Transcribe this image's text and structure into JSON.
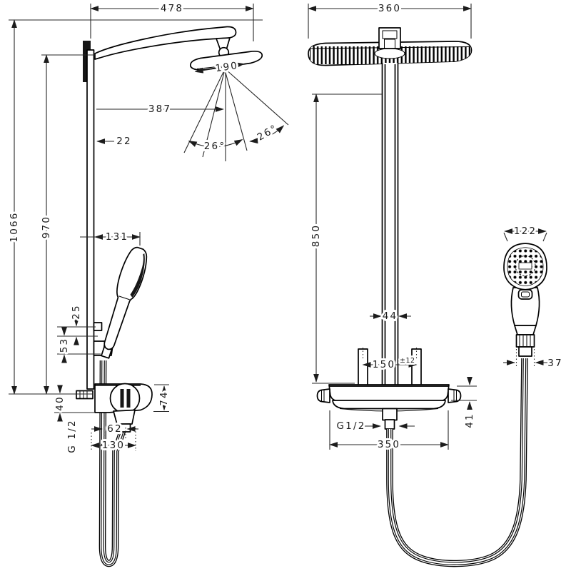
{
  "document": {
    "type": "technical-dimension-drawing",
    "subject": "shower pipe system, two orthographic views",
    "background": "#ffffff",
    "line_color": "#000000",
    "text_color": "#1c1c1c"
  },
  "views": {
    "front_left": {
      "title": "side-profile view",
      "dims": {
        "arm_length": "478",
        "overhead_width_side": "190",
        "spray_reach": "387",
        "bar_offset": "22",
        "spray_angle_inner": "26°",
        "spray_angle_outer": "26°",
        "overall_height": "1066",
        "bar_height": "970",
        "handshower_reach": "131",
        "holder_spacing_upper": "25",
        "holder_spacing_lower": "53",
        "valve_body_height": "74",
        "inlet_drop": "40",
        "inlet_thread": "G 1/2",
        "outlet_offset": "62",
        "valve_depth": "130"
      }
    },
    "front": {
      "title": "front view",
      "dims": {
        "overhead_width": "360",
        "bar_length": "850",
        "bar_width": "44",
        "supply_centers": "150",
        "supply_tolerance": "±12",
        "outlet_thread": "G1/2",
        "valve_width": "350",
        "valve_body_height": "41",
        "handshower_width": "122",
        "hose_nut_width": "37"
      }
    }
  }
}
